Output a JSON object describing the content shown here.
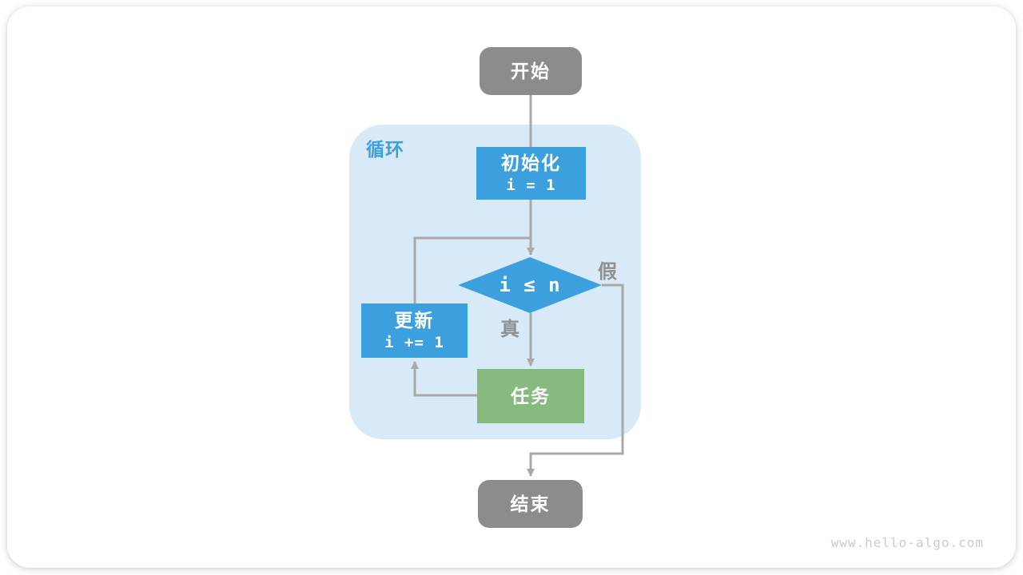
{
  "watermark": "www.hello-algo.com",
  "diagram": {
    "loop_label": "循环",
    "nodes": {
      "start": {
        "label": "开始"
      },
      "init": {
        "title": "初始化",
        "code": "i = 1"
      },
      "cond": {
        "label": "i ≤ n"
      },
      "update": {
        "title": "更新",
        "code": "i += 1"
      },
      "task": {
        "label": "任务"
      },
      "end": {
        "label": "结束"
      }
    },
    "edges": {
      "true_label": "真",
      "false_label": "假"
    },
    "colors": {
      "process_blue": "#3da0de",
      "task_green": "#86ba7e",
      "terminal_gray": "#8c8c8c",
      "loop_background": "#d8e9f7",
      "connector_gray": "#a9a9a9",
      "edge_label_gray": "#909090",
      "watermark_gray": "#cbcbcb"
    }
  }
}
